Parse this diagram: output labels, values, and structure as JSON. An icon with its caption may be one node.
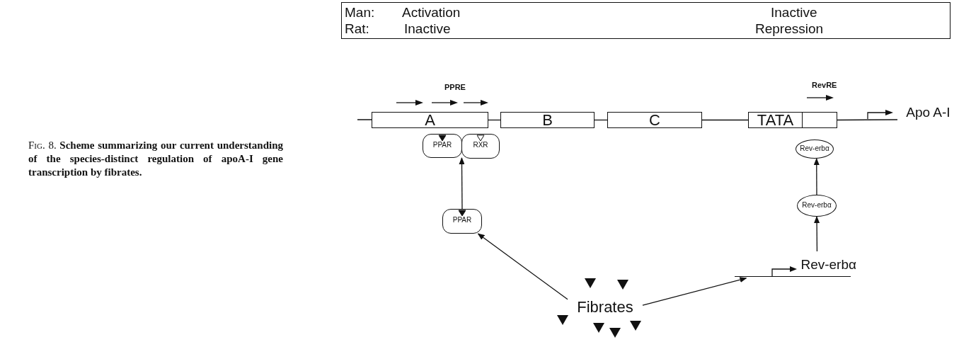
{
  "diagram": {
    "caption": "Fig. 8. **Scheme summarizing our current understanding of the species-distinct regulation of apoA-I gene transcription by fibrates.**",
    "nodes": [
      {
        "text": [
          "A"
        ]
      },
      {
        "text": [
          "B"
        ]
      },
      {
        "text": [
          "C"
        ]
      },
      {
        "text": [
          "TATA"
        ]
      },
      {
        "text": [],
        "shape": "box"
      },
      {
        "text": [
          "PPAR"
        ]
      },
      {
        "text": [
          "RXR"
        ]
      },
      {
        "text": [
          "Rev-erbα"
        ]
      },
      {
        "text": [
          "PPAR"
        ]
      },
      {
        "text": [
          "Rev-erbα"
        ]
      },
      {
        "text": [
          "Rev-erbα"
        ]
      },
      {
        "text": [
          "Fibrates"
        ]
      },
      {
        "text": [
          "Apo A-I"
        ]
      }
    ],
    "edges": [
      {
        "from": 8,
        "to": 5,
        "arrow": "to"
      },
      {
        "from": 9,
        "to": 7,
        "arrow": "to"
      },
      {
        "from": 10,
        "to": 9,
        "arrow": "to"
      },
      {
        "from": 11,
        "to": 8,
        "arrow": "to"
      },
      {
        "from": 11,
        "to": 10,
        "arrow": "to"
      },
      {
        "from": 0,
        "to": 1,
        "arrow": "none"
      },
      {
        "from": 1,
        "to": 2,
        "arrow": "none"
      },
      {
        "from": 2,
        "to": 3,
        "arrow": "none"
      },
      {
        "from": 4,
        "to": 12,
        "arrow": "none"
      }
    ],
    "labels": [
      "Man:",
      "Activation",
      "Inactive",
      "Rat:",
      "Inactive",
      "Repression",
      "PPRE",
      "RevRE"
    ]
  }
}
